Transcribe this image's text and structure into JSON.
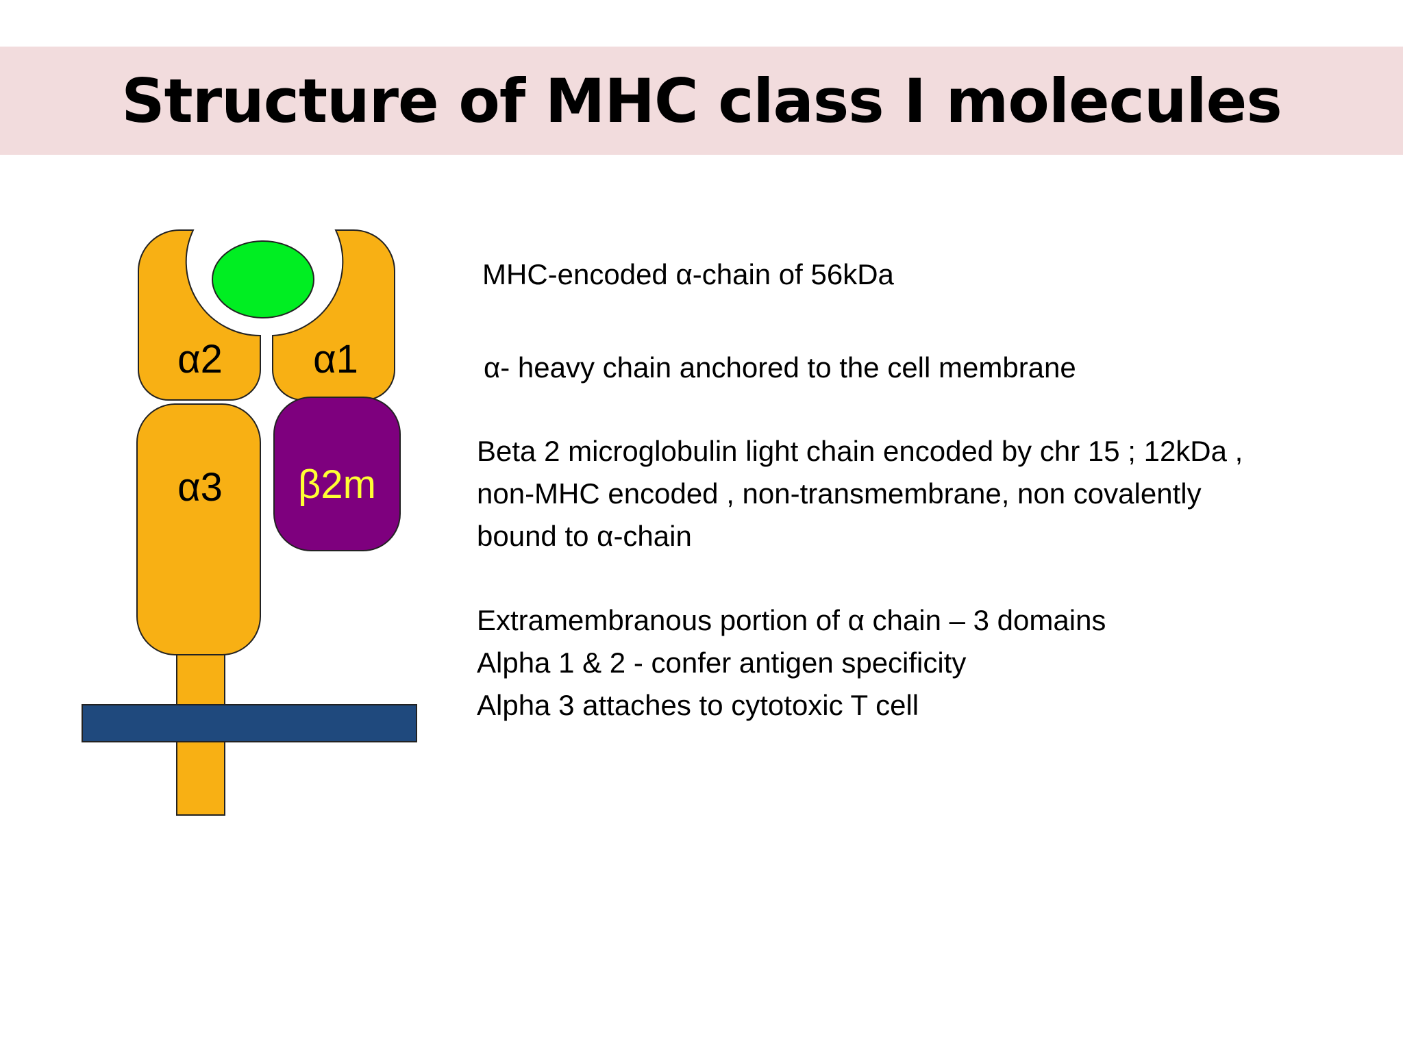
{
  "title": "Structure of MHC class I molecules",
  "colors": {
    "title_band": "#f2dcdd",
    "alpha_domains": "#f8b014",
    "beta2m": "#7e007e",
    "beta2m_label": "#ffff33",
    "peptide": "#00ee22",
    "membrane": "#1f497d",
    "outline": "#222222"
  },
  "diagram": {
    "alpha2_label": "α2",
    "alpha1_label": "α1",
    "alpha3_label": "α3",
    "beta2m_label": "β2m"
  },
  "bullets": {
    "b1": "MHC-encoded α-chain of 56kDa",
    "b2": "α- heavy chain anchored to the cell membrane",
    "b3": [
      "Beta 2 microglobulin light chain encoded by chr 15 ; 12kDa ,",
      "non-MHC encoded , non-transmembrane, non covalently",
      "bound to α-chain"
    ],
    "b4": [
      "Extramembranous portion of α chain – 3 domains",
      "Alpha 1 & 2  - confer antigen specificity",
      "Alpha 3 attaches to cytotoxic T cell"
    ]
  }
}
